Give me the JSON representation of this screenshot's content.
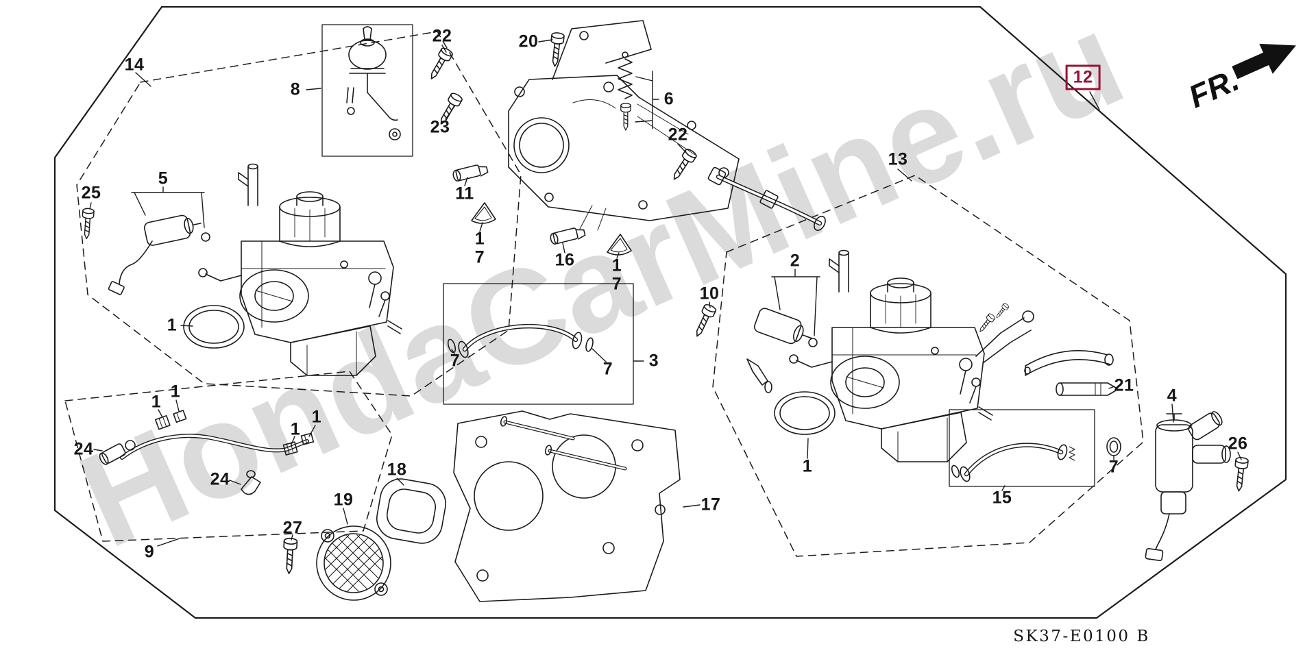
{
  "page": {
    "watermark": "HondaCarMine.ru",
    "fr_label": "FR.",
    "diagram_code": "SK37-E0100 B",
    "colors": {
      "line": "#1b1b1b",
      "highlight": "#9b1230",
      "watermark": "#8f8f8f"
    }
  },
  "callouts": [
    {
      "label": "14"
    },
    {
      "label": "8"
    },
    {
      "label": "22"
    },
    {
      "label": "23"
    },
    {
      "label": "20"
    },
    {
      "label": "6"
    },
    {
      "label": "22"
    },
    {
      "label": "12",
      "highlighted": true
    },
    {
      "label": "13"
    },
    {
      "label": "11"
    },
    {
      "label": "5"
    },
    {
      "label": "25"
    },
    {
      "label": "1"
    },
    {
      "label": "7"
    },
    {
      "label": "16"
    },
    {
      "label": "1"
    },
    {
      "label": "7"
    },
    {
      "label": "2"
    },
    {
      "label": "10"
    },
    {
      "label": "1"
    },
    {
      "label": "7"
    },
    {
      "label": "7"
    },
    {
      "label": "3"
    },
    {
      "label": "21"
    },
    {
      "label": "4"
    },
    {
      "label": "1"
    },
    {
      "label": "1"
    },
    {
      "label": "1"
    },
    {
      "label": "1"
    },
    {
      "label": "24"
    },
    {
      "label": "24"
    },
    {
      "label": "26"
    },
    {
      "label": "7"
    },
    {
      "label": "1"
    },
    {
      "label": "18"
    },
    {
      "label": "15"
    },
    {
      "label": "17"
    },
    {
      "label": "19"
    },
    {
      "label": "9"
    },
    {
      "label": "27"
    }
  ]
}
